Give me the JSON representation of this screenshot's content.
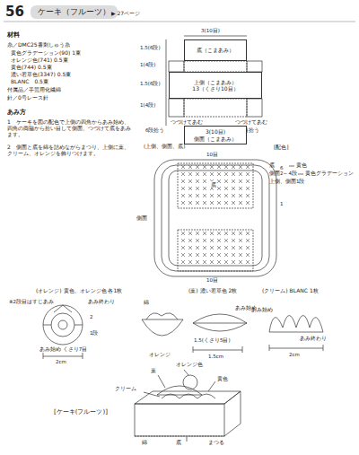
{
  "diagram": {
    "title": "ケーキ（フルーツ）",
    "nodes": [
      {
        "text": [
          "底（こまあみ）"
        ]
      },
      {
        "text": [
          "上側（こまあみ）",
          "13（くさり10目）"
        ]
      },
      {
        "text": [
          "3(10目)",
          "側面（こまあみ）"
        ]
      }
    ],
    "labels": [
      "56",
      "▶ 27ページ",
      "材料",
      "糸／DMC25番刺しゅう糸",
      "黄色グラデーション(90) 1束",
      "オレンジ色(741) 0.5束",
      "黄色(744) 0.5束",
      "濃い若草色(3347) 0.5束",
      "BLANC　0.5束",
      "付属品／手芸用化繊綿",
      "針／0号レース針",
      "あみ方",
      "1　ケーキを図の配色で上側の四角からあみ始め、四角の両脇から拾い目して側面、つづけて底をあみます。",
      "2　側面と底を綿を詰めながらまつり、上側に葉、クリーム、オレンジを飾りつけます。",
      "3(10目)",
      "1.5(6段)",
      "1(4段)",
      "1.5(6段)",
      "1(4段)",
      "つづけてあむ",
      "つづけてあむ",
      "6段拾う",
      "6目拾う",
      "(上側、側面、底)",
      "10目",
      "6",
      "1",
      "底",
      "側面",
      "10目",
      "[配色]",
      "底",
      "黄色",
      "側面2～4段",
      "黄色グラデーション",
      "上側、側面1段",
      "(オレンジ) 黄色、オレンジ色 各1枚",
      "※2段目はすじあみ",
      "あみ終わり",
      "あみ始め くさり7目",
      "2",
      "1段",
      "2cm",
      "綿",
      "オレンジ",
      "(葉) 濃い若草色 2枚",
      "あみ始め",
      "1.5(くさり5目)",
      "1.5cm",
      "(クリーム) BLANC 1枚",
      "あみ始め",
      "あみ終わり",
      "2cm",
      "オレンジ色",
      "葉",
      "黄色",
      "クリーム",
      "[ケーキ(フルーツ)]",
      "綿",
      "底",
      "まつる"
    ]
  }
}
